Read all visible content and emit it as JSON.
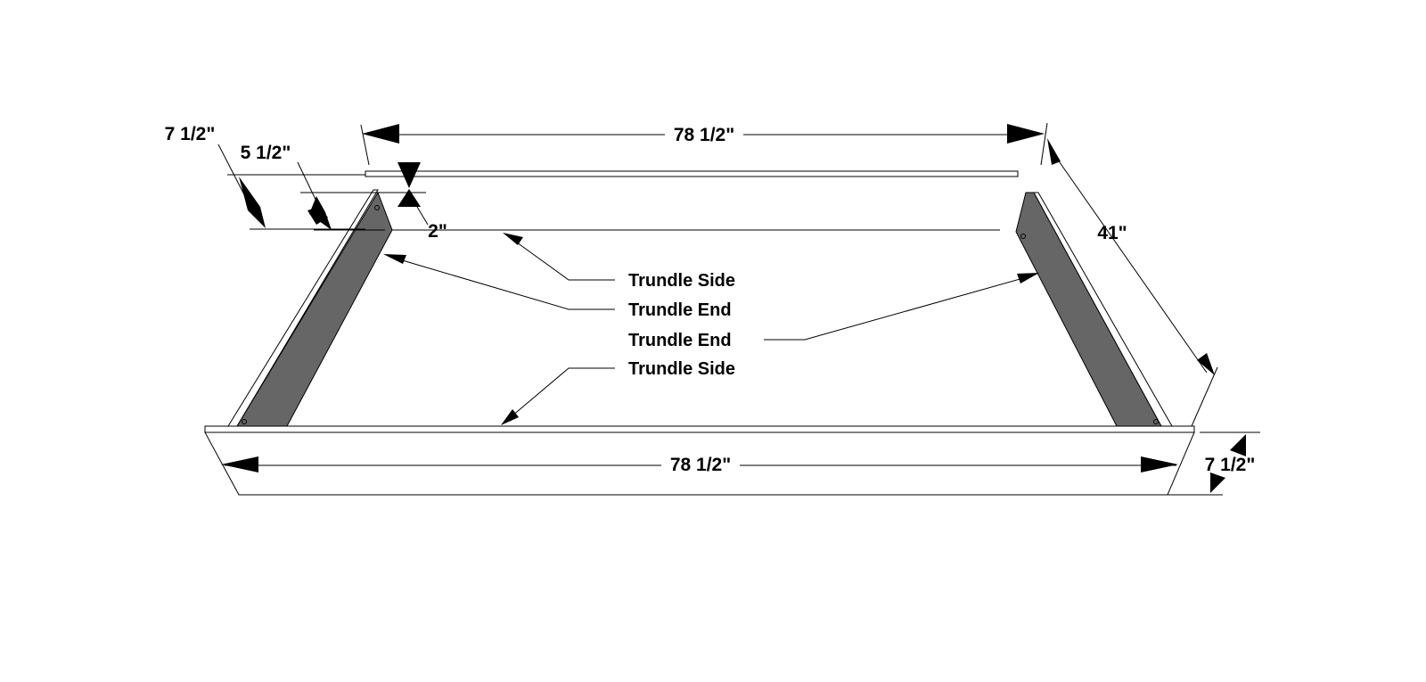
{
  "dimensions": {
    "top_length": "78 1/2\"",
    "bottom_length": "78 1/2\"",
    "width": "41\"",
    "left_total_height": "7 1/2\"",
    "left_end_height": "5 1/2\"",
    "offset": "2\"",
    "right_height": "7 1/2\""
  },
  "parts": {
    "side_back": "Trundle Side",
    "end_left": "Trundle End",
    "end_right": "Trundle End",
    "side_front": "Trundle Side"
  },
  "colors": {
    "end_board": "#666666",
    "board_face": "#ffffff",
    "line": "#000000"
  }
}
